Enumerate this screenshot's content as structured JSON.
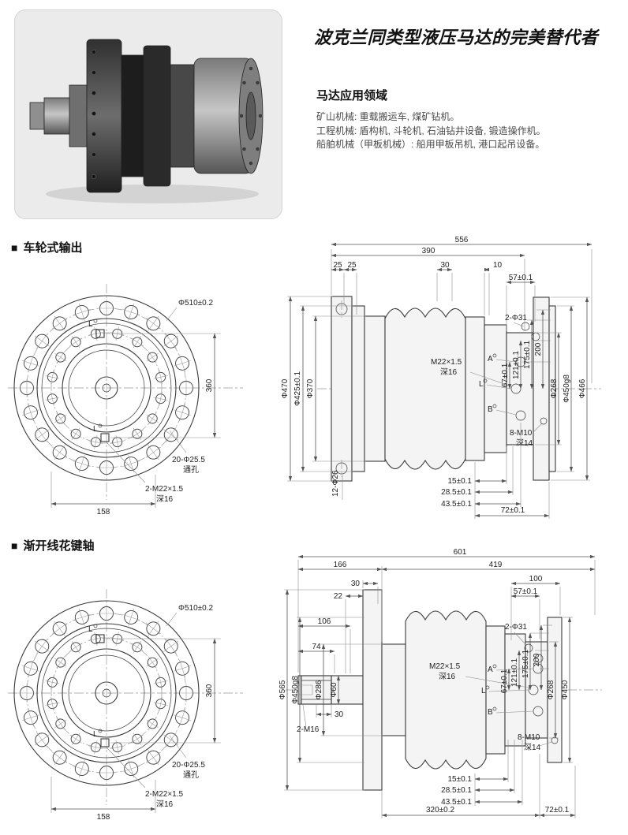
{
  "header": {
    "title": "波克兰同类型液压马达的完美替代者",
    "applications": {
      "heading": "马达应用领域",
      "items": [
        "矿山机械: 重载搬运车, 煤矿钻机。",
        "工程机械: 盾构机, 斗轮机, 石油钻井设备, 锻造操作机。",
        "船舶机械（甲板机械）: 船用甲板吊机, 港口起吊设备。"
      ]
    }
  },
  "sections": [
    {
      "marker": "■",
      "heading": "车轮式输出",
      "front": {
        "dia_outer": "Φ510±0.2",
        "dim_vertical": "360",
        "holes_line1": "20-Φ25.5",
        "holes_line2": "通孔",
        "tap_line1": "2-M22×1.5",
        "tap_line2": "深16",
        "dim_bottom": "158",
        "port_top": "L",
        "port_bottom": "L"
      },
      "side": {
        "top_dims": [
          "556",
          "390",
          "25",
          "25",
          "30",
          "10",
          "57±0.1"
        ],
        "left_dims": [
          "Φ470",
          "Φ425±0.1",
          "Φ370"
        ],
        "right_dims": [
          "67±0.1",
          "121±0.1",
          "175±0.1",
          "200",
          "Φ268",
          "Φ450g8",
          "Φ466"
        ],
        "bottom_dims": [
          "15±0.1",
          "28.5±0.1",
          "43.5±0.1",
          "72±0.1"
        ],
        "port_label_line1": "M22×1.5",
        "port_label_line2": "深16",
        "ports": [
          "A",
          "L",
          "B"
        ],
        "callout_ports": "2-Φ31",
        "callout_taps_line1": "8-M10",
        "callout_taps_line2": "深14",
        "flange_holes": "12-Φ26"
      }
    },
    {
      "marker": "■",
      "heading": "渐开线花键轴",
      "front": {
        "dia_outer": "Φ510±0.2",
        "dim_vertical": "360",
        "holes_line1": "20-Φ25.5",
        "holes_line2": "通孔",
        "tap_line1": "2-M22×1.5",
        "tap_line2": "深16",
        "dim_bottom": "158",
        "port_top": "L",
        "port_bottom": "L"
      },
      "side": {
        "top_dims": [
          "601",
          "166",
          "419",
          "30",
          "100",
          "22",
          "57±0.1",
          "106",
          "74"
        ],
        "left_dims": [
          "Φ565",
          "Φ450g8",
          "Φ286",
          "Φ60"
        ],
        "shaft_tap": "2-M16",
        "shaft_depth": "30",
        "right_dims": [
          "67±0.1",
          "121±0.1",
          "175±0.1",
          "200",
          "Φ268",
          "Φ450"
        ],
        "bottom_dims": [
          "15±0.1",
          "28.5±0.1",
          "43.5±0.1",
          "320±0.2",
          "72±0.1"
        ],
        "port_label_line1": "M22×1.5",
        "port_label_line2": "深16",
        "ports": [
          "A",
          "L",
          "B"
        ],
        "callout_ports": "2-Φ31",
        "callout_taps_line1": "8-M10",
        "callout_taps_line2": "深14"
      }
    }
  ]
}
